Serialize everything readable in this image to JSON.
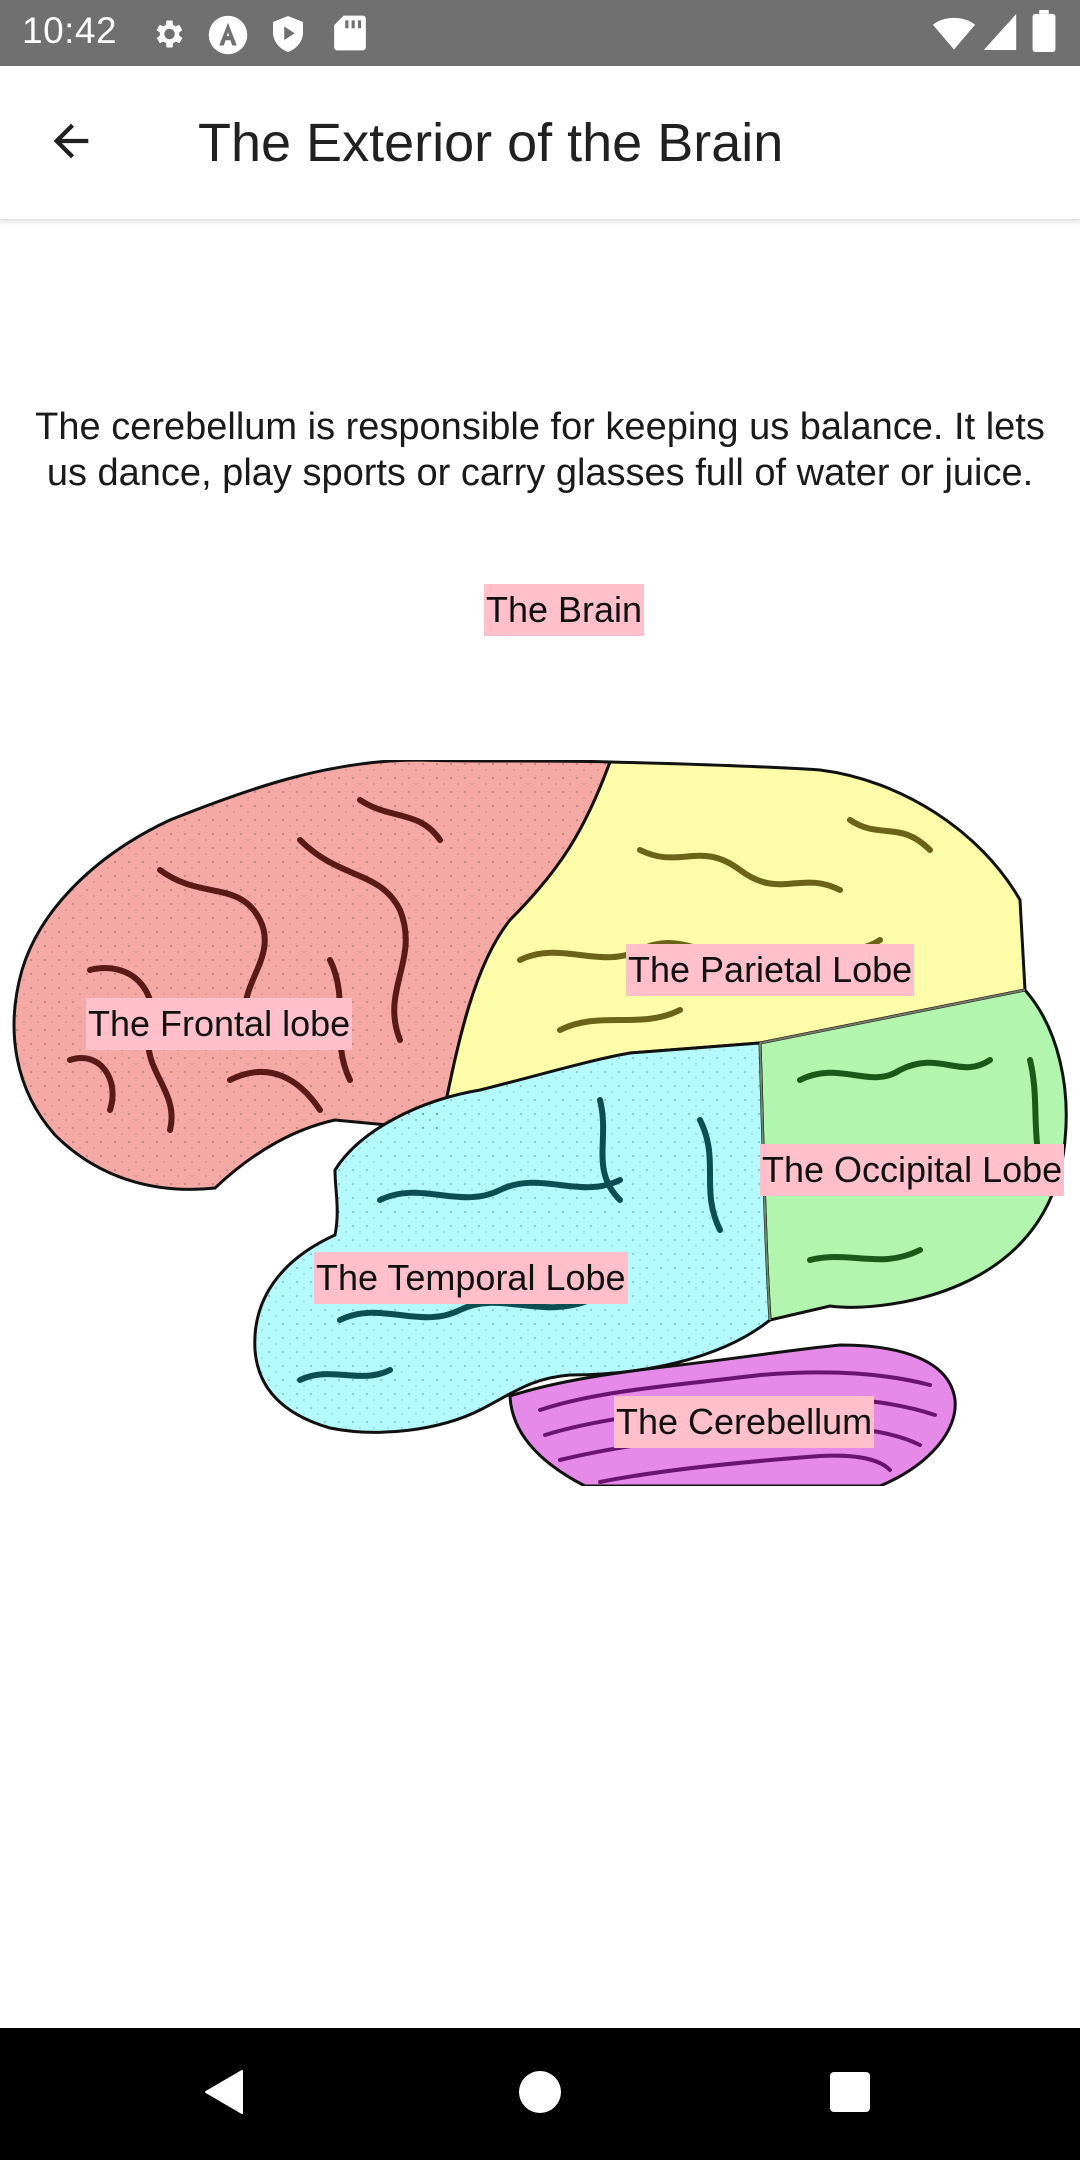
{
  "status_bar": {
    "time": "10:42",
    "icons": [
      "settings-icon",
      "accessibility-icon",
      "play-shield-icon",
      "sd-card-icon",
      "wifi-icon",
      "cell-signal-icon",
      "battery-icon"
    ]
  },
  "app_bar": {
    "title": "The Exterior of the Brain",
    "back_icon": "arrow-back-icon"
  },
  "content": {
    "description": "The cerebellum is responsible for keeping us balance. It lets us dance, play sports or carry glasses full of water or juice.",
    "heading_label": "The Brain",
    "diagram": {
      "labels": {
        "frontal": "The Frontal lobe",
        "parietal": "The Parietal Lobe",
        "occipital": "The Occipital Lobe",
        "temporal": "The Temporal Lobe",
        "cerebellum": "The Cerebellum"
      },
      "colors": {
        "frontal": "#f4a9a5",
        "parietal": "#fdfca8",
        "occipital": "#b2f5ae",
        "temporal": "#b4fafd",
        "cerebellum": "#e58ae9",
        "label_bg": "#ffc0cb"
      }
    }
  },
  "nav_bar": {
    "back": "nav-back-icon",
    "home": "nav-home-icon",
    "recents": "nav-recents-icon"
  }
}
